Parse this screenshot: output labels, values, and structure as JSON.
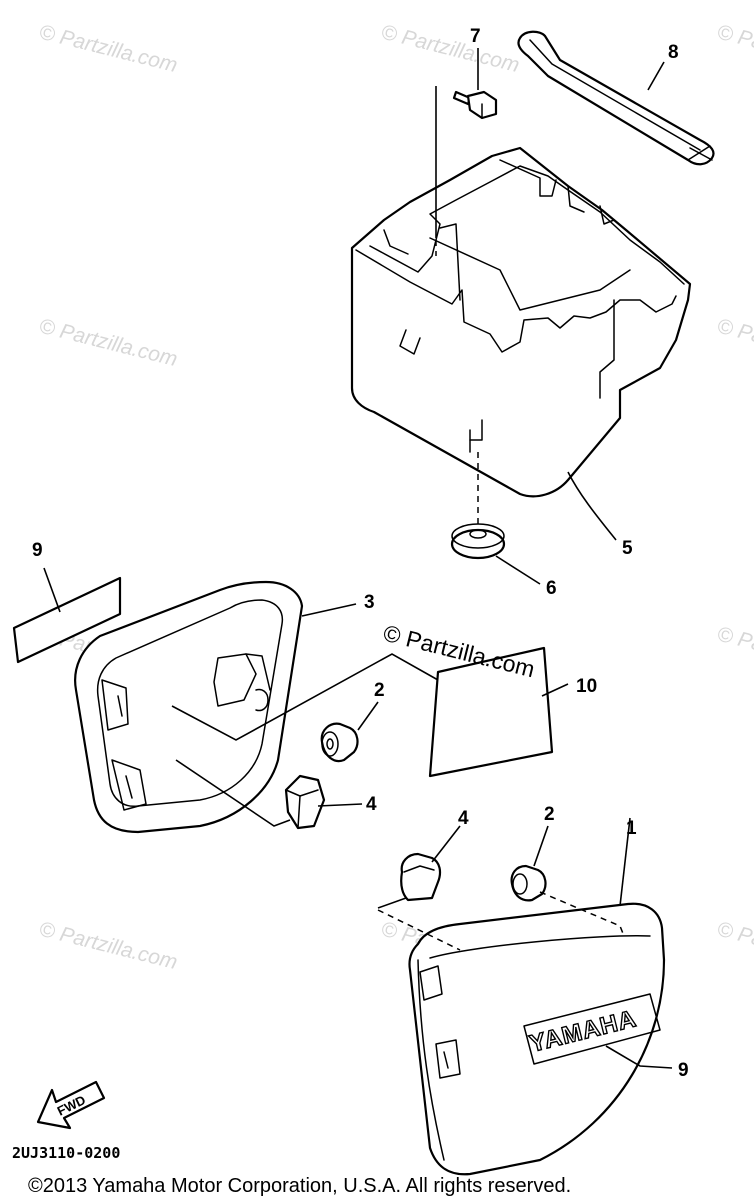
{
  "watermark": "© Partzilla.com",
  "callouts": {
    "c1": "1",
    "c2a": "2",
    "c2b": "2",
    "c3": "3",
    "c4a": "4",
    "c4b": "4",
    "c5": "5",
    "c6": "6",
    "c7": "7",
    "c8": "8",
    "c9a": "9",
    "c9b": "9",
    "c10": "10"
  },
  "emblem": "YAMAHA",
  "fwd_label": "FWD",
  "diagram_code": "2UJ3110-0200",
  "copyright": "©2013  Yamaha Motor Corporation, U.S.A. All rights reserved."
}
